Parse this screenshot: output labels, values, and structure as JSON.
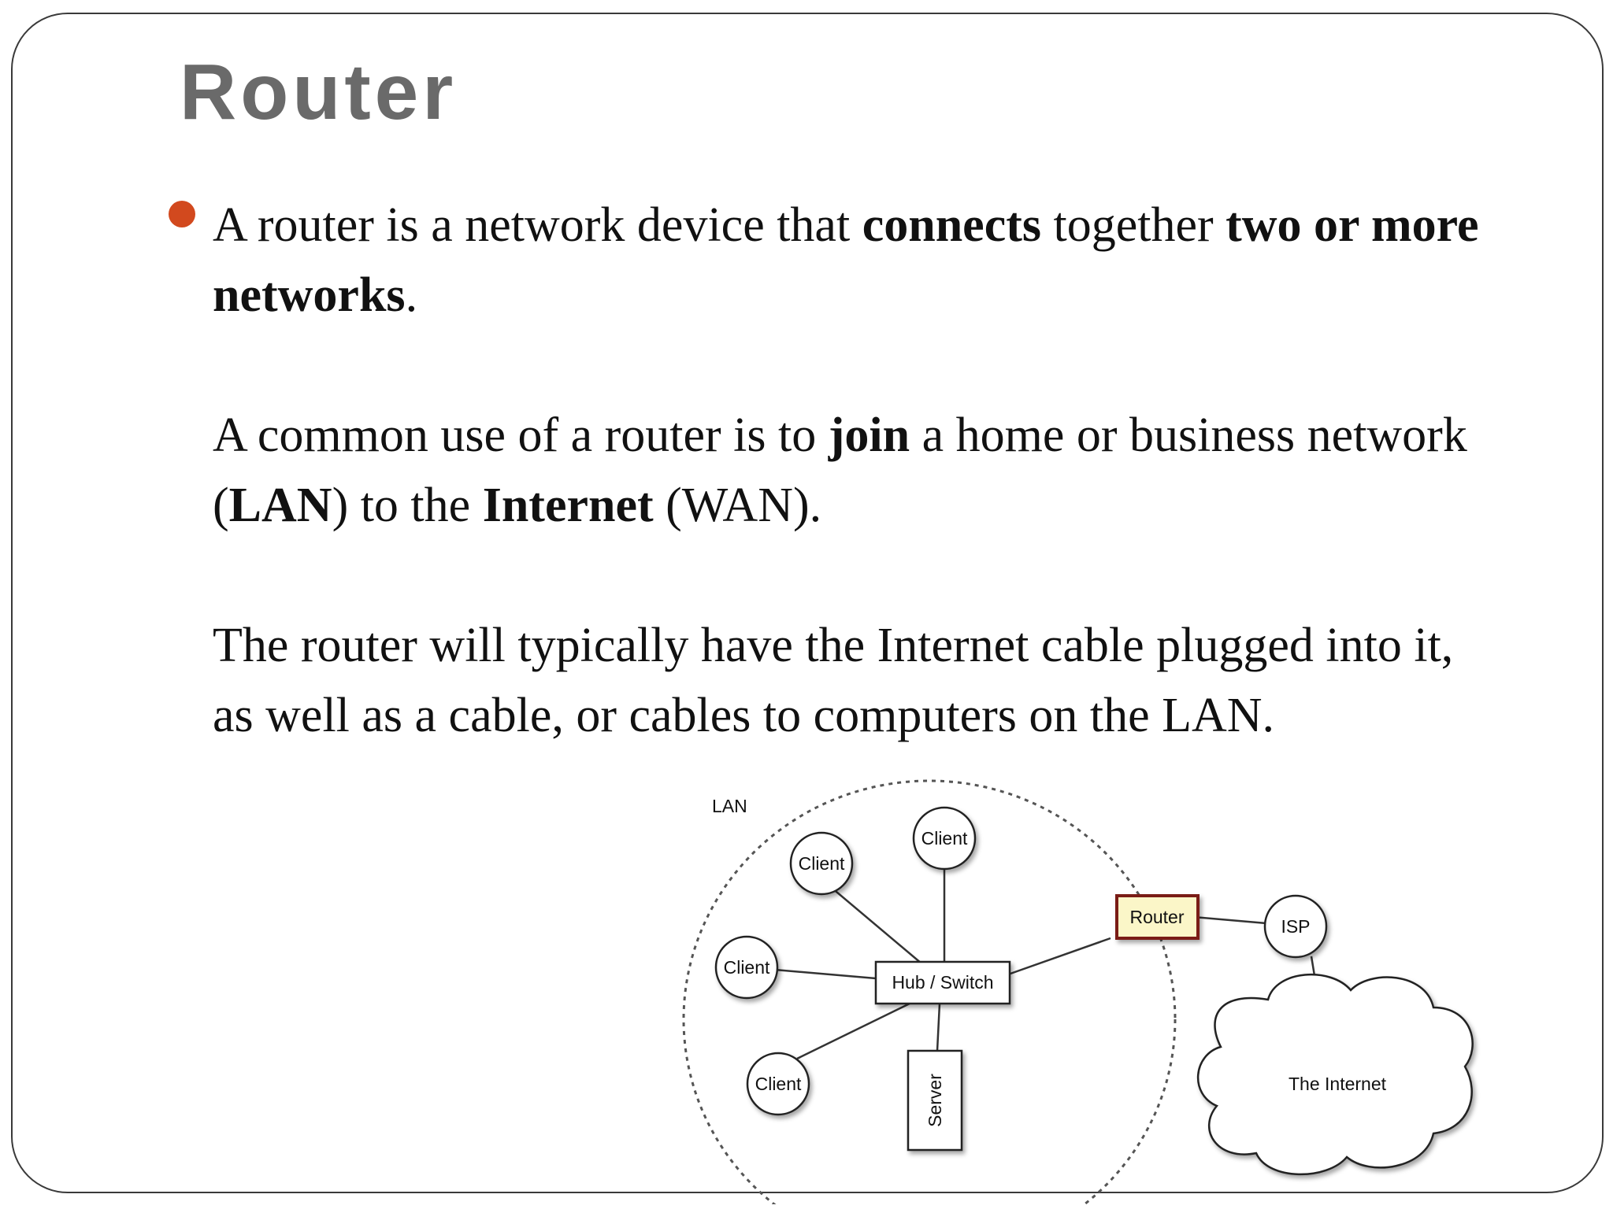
{
  "slide": {
    "title": "Router",
    "paragraphs": [
      [
        {
          "text": "A router is a network device that ",
          "bold": false
        },
        {
          "text": "connects",
          "bold": true
        },
        {
          "text": " together ",
          "bold": false
        },
        {
          "text": "two or more networks",
          "bold": true
        },
        {
          "text": ".",
          "bold": false
        }
      ],
      [
        {
          "text": "A common use of a router is to ",
          "bold": false
        },
        {
          "text": "join",
          "bold": true
        },
        {
          "text": " a home or business network (",
          "bold": false
        },
        {
          "text": "LAN",
          "bold": true
        },
        {
          "text": ") to the ",
          "bold": false
        },
        {
          "text": "Internet",
          "bold": true
        },
        {
          "text": " (WAN).",
          "bold": false
        }
      ],
      [
        {
          "text": "The router will typically have the Internet cable plugged into it, as well as a cable, or cables to computers on the LAN.",
          "bold": false
        }
      ]
    ],
    "bullet_color": "#d2491e"
  },
  "diagram": {
    "lan_label": "LAN",
    "clients": [
      "Client",
      "Client",
      "Client",
      "Client"
    ],
    "hub_label": "Hub / Switch",
    "server_label": "Server",
    "router_label": "Router",
    "isp_label": "ISP",
    "internet_label": "The Internet",
    "router_fill": "#fbf6c8",
    "router_border": "#7a1a12"
  }
}
